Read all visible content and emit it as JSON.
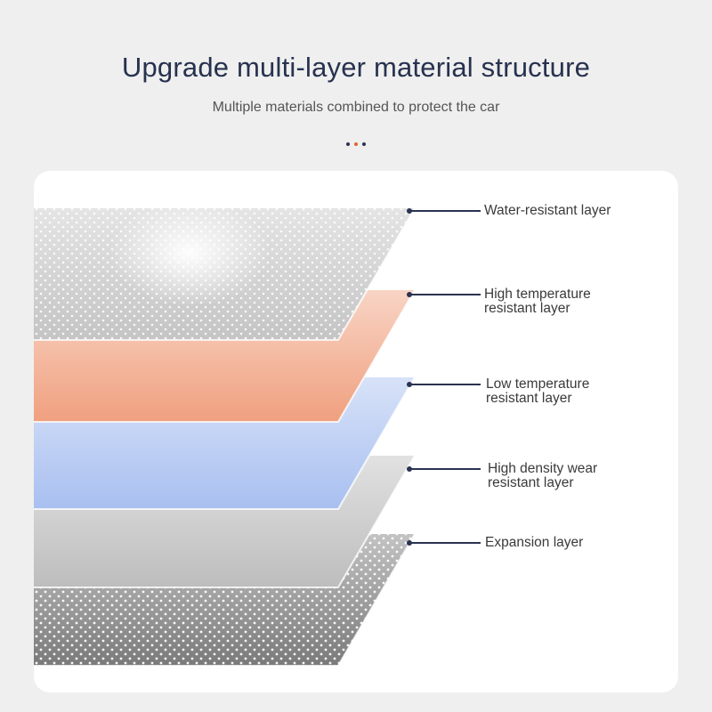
{
  "header": {
    "title": "Upgrade multi-layer material structure",
    "subtitle": "Multiple materials combined to protect the car",
    "dot_colors": [
      "#2a3350",
      "#e2642c",
      "#2a3350"
    ]
  },
  "diagram": {
    "layers": [
      {
        "id": "water-resistant",
        "label": "Water-resistant layer",
        "color": "#c4c4c4",
        "pattern": "dots-white"
      },
      {
        "id": "high-temperature",
        "label": "High temperature\nresistant layer",
        "color": "#f0a07f",
        "pattern": "solid"
      },
      {
        "id": "low-temperature",
        "label": "Low temperature\nresistant layer",
        "color": "#a8bff0",
        "pattern": "solid"
      },
      {
        "id": "high-density-wear",
        "label": "High density wear\nresistant layer",
        "color": "#bdbdbd",
        "pattern": "solid"
      },
      {
        "id": "expansion",
        "label": "Expansion layer",
        "color": "#7a7a7a",
        "pattern": "dots-white"
      }
    ],
    "connector_color": "#2a3350"
  }
}
